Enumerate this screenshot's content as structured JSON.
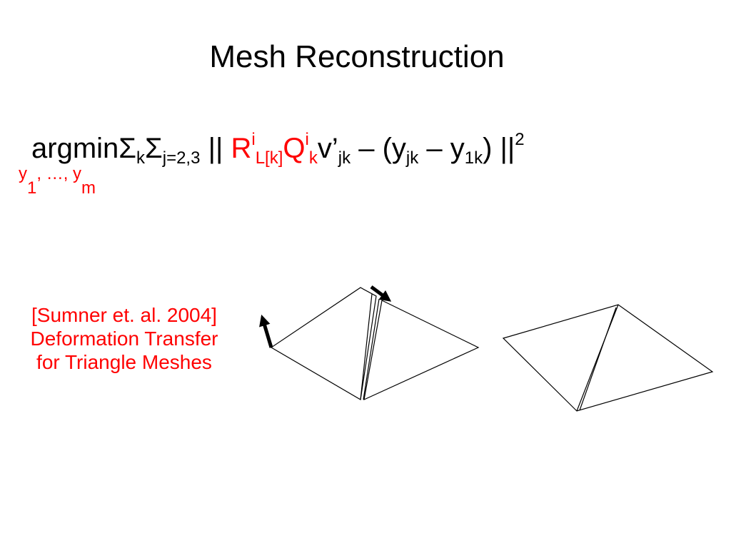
{
  "slide": {
    "title": "Mesh Reconstruction"
  },
  "formula": {
    "argmin": "argmin",
    "sigma1": "Σ",
    "sigma1_sub": "k",
    "sigma2": "Σ",
    "sigma2_sub": "j=2,3",
    "norm_open": " || ",
    "r": "R",
    "r_sup": "i",
    "r_sub": "L[k]",
    "q": "Q",
    "q_sup": "i",
    "q_sub": "k",
    "v": "v’",
    "v_sub": "jk",
    "minus1": " – (y",
    "y1_sub": "jk",
    "minus2": " – y",
    "y2_sub": "1k",
    "close": ") ||",
    "close_sup": "2",
    "under_y1": "y",
    "under_y1_sub": "1",
    "under_mid": ", …, y",
    "under_ym_sub": "m"
  },
  "citation": {
    "line1": "[Sumner et. al. 2004]",
    "line2": "Deformation Transfer",
    "line3": "for Triangle Meshes"
  },
  "colors": {
    "highlight": "#ff0000",
    "text": "#000000",
    "background": "#ffffff"
  }
}
